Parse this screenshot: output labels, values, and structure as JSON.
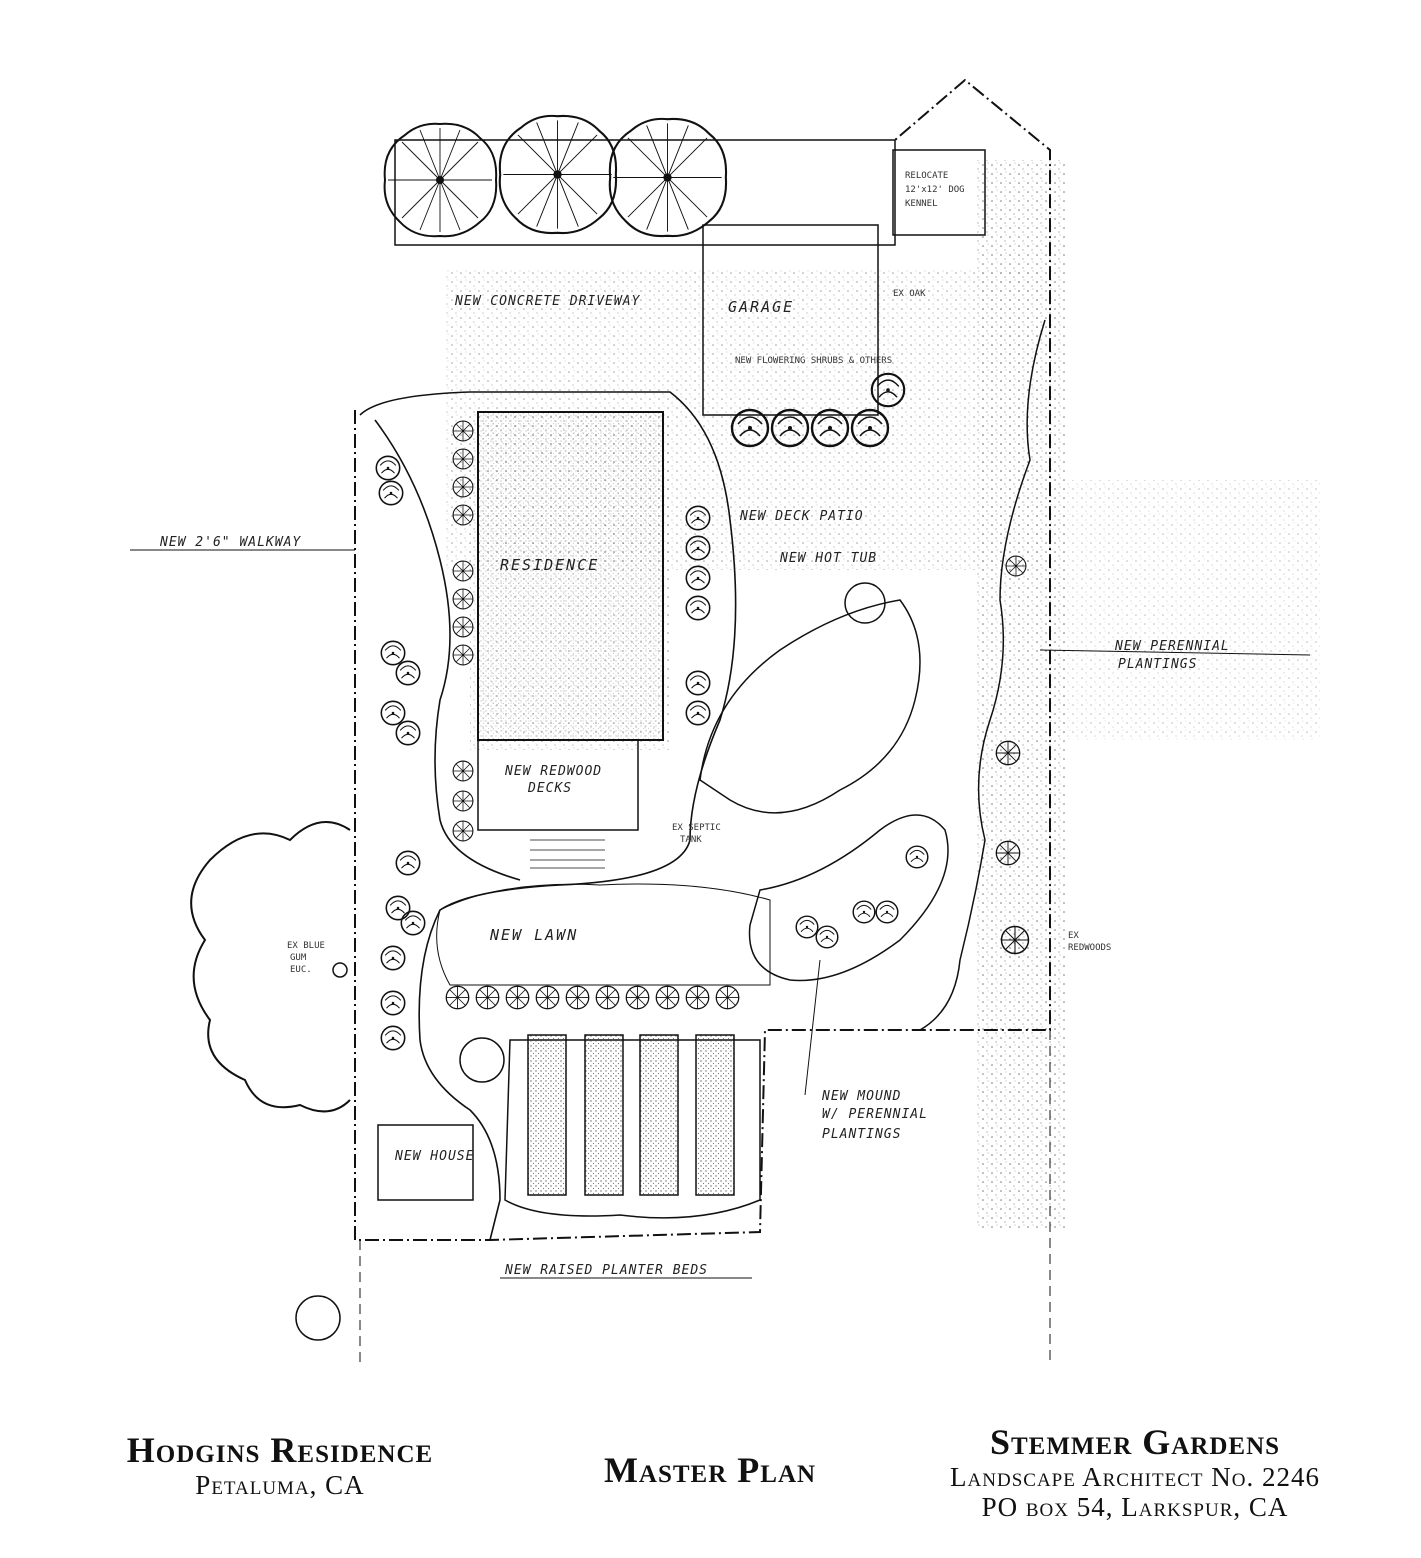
{
  "labels": {
    "new_concrete_driveway": "NEW CONCRETE DRIVEWAY",
    "garage": "GARAGE",
    "new_flowering_shrubs": "NEW FLOWERING SHRUBS & OTHERS",
    "relocate_kennel_1": "RELOCATE",
    "relocate_kennel_2": "12'x12' DOG",
    "relocate_kennel_3": "KENNEL",
    "ex_oak": "EX OAK",
    "new_walkway": "NEW 2'6\" WALKWAY",
    "residence": "RESIDENCE",
    "new_deck_patio": "NEW DECK PATIO",
    "new_hot_tub": "NEW HOT TUB",
    "new_perennial_plantings_1": "NEW PERENNIAL",
    "new_perennial_plantings_2": "PLANTINGS",
    "new_redwood_decks_1": "NEW REDWOOD",
    "new_redwood_decks_2": "DECKS",
    "ex_septic_tank_1": "EX SEPTIC",
    "ex_septic_tank_2": "TANK",
    "new_lawn": "NEW LAWN",
    "ex_blue_gum_1": "EX BLUE",
    "ex_blue_gum_2": "GUM",
    "ex_blue_gum_3": "EUC.",
    "ex_redwoods_1": "EX",
    "ex_redwoods_2": "REDWOODS",
    "new_mound_1": "NEW MOUND",
    "new_mound_2": "W/ PERENNIAL",
    "new_mound_3": "PLANTINGS",
    "new_house": "NEW HOUSE",
    "new_raised_planter_beds": "NEW RAISED PLANTER BEDS"
  },
  "title_block": {
    "project_name": "Hodgins Residence",
    "project_location": "Petaluma, CA",
    "sheet_title": "Master Plan",
    "firm_name": "Stemmer Gardens",
    "firm_license": "Landscape Architect No. 2246",
    "firm_address": "PO box 54, Larkspur, CA"
  },
  "colors": {
    "ink": "#111111",
    "paper": "#ffffff",
    "stipple": "#9a9a9a"
  }
}
